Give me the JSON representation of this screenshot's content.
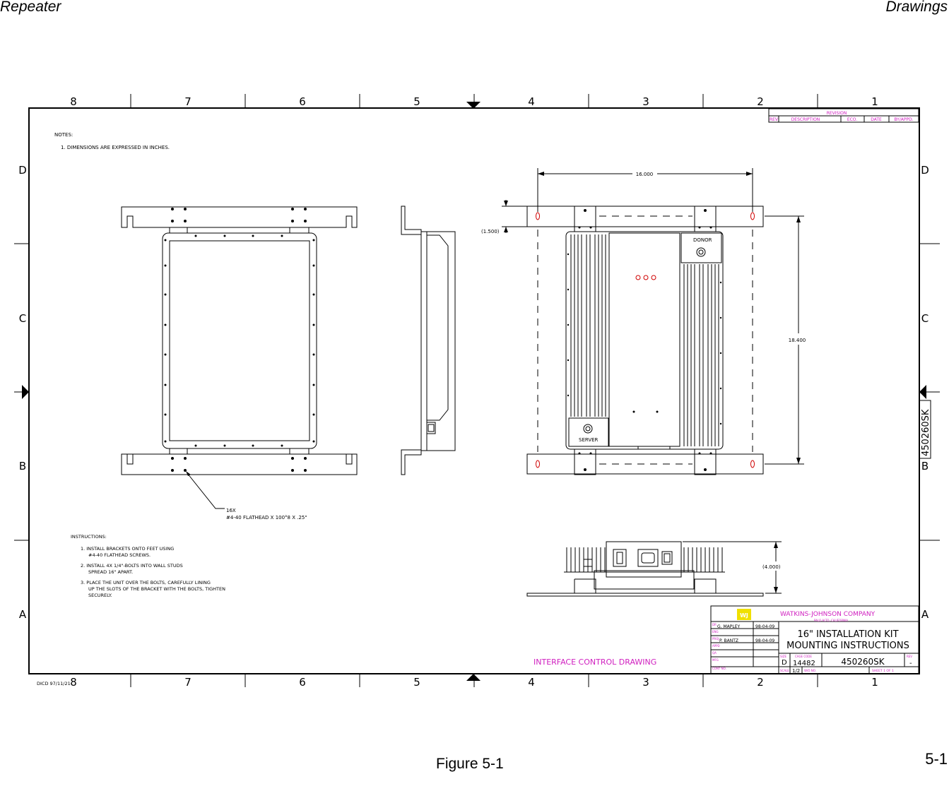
{
  "page": {
    "header_left": "Repeater",
    "header_right": "Drawings",
    "page_number": "5-1",
    "figure_caption": "Figure 5-1"
  },
  "zones": {
    "columns": [
      "8",
      "7",
      "6",
      "5",
      "4",
      "3",
      "2",
      "1"
    ],
    "rows": [
      "D",
      "C",
      "B",
      "A"
    ]
  },
  "notes": {
    "title": "NOTES:",
    "items": [
      "1.   DIMENSIONS  ARE  EXPRESSED  IN  INCHES."
    ]
  },
  "instructions": {
    "title": "INSTRUCTIONS:",
    "lines": [
      "1.  INSTALL BRACKETS ONTO FEET USING",
      "#4-40 FLATHEAD SCREWS.",
      "2.  INSTALL 4X 1/4\"-BOLTS INTO WALL STUDS",
      "SPREAD 16\" APART.",
      "3.  PLACE THE UNIT OVER THE BOLTS, CAREFULLY LINING",
      "UP THE SLOTS OF THE BRACKET WITH THE BOLTS, TIGHTEN",
      "SECURELY."
    ]
  },
  "callout": {
    "qty": "16X",
    "spec": "#4-40 FLATHEAD X 100°8 X .25\""
  },
  "dimensions": {
    "width": "16.000",
    "height": "18.400",
    "offset": "(1.500)",
    "depth": "(4.000)"
  },
  "labels": {
    "donor": "DONOR",
    "server": "SERVER",
    "icd": "INTERFACE  CONTROL  DRAWING",
    "dicd": "DICD  97/11/21",
    "side_drawing_no": "450260SK"
  },
  "revision_block": {
    "title": "REVISION",
    "headers": [
      "REV",
      "DESCRIPTION",
      "ECO.",
      "DATE",
      "BY/APPD."
    ]
  },
  "title_block": {
    "company": "WATKINS-JOHNSON  COMPANY",
    "location": "PALO ALTO, CALIFORNIA",
    "logo": "WJ",
    "drawn_by": "G. MAPLEY",
    "drawn_date": "98-04-09",
    "checked_by": "P. BANTZ",
    "checked_date": "98-04-09",
    "title_line1": "16\" INSTALLATION KIT",
    "title_line2": "MOUNTING INSTRUCTIONS",
    "size_label": "SIZE",
    "size": "D",
    "cage_label": "CAGE  CODE",
    "cage_code": "14482",
    "dwg_no": "450260SK",
    "rev_label": "REV",
    "rev": "-",
    "scale_label": "SCALE",
    "scale": "1/2",
    "wo_label": "W/O  NO.",
    "sheet": "SHEET   1   OF    1",
    "row_labels": [
      "DR",
      "ENG",
      "PROJ",
      "APPD",
      "QA",
      "MFG",
      "CONT NO."
    ]
  },
  "colors": {
    "magenta": "#d020c0",
    "red": "#d00000",
    "logo_yellow": "#f0e000"
  }
}
